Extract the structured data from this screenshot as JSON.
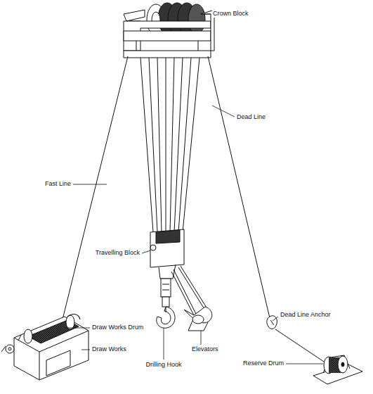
{
  "diagram": {
    "labels": [
      "Crown Block",
      "Dead Line",
      "Fast Line",
      "Travelling Block",
      "Draw Works Drum",
      "Draw Works",
      "Drilling Hook",
      "Elevators",
      "Dead Line Anchor",
      "Reserve Drum"
    ]
  }
}
